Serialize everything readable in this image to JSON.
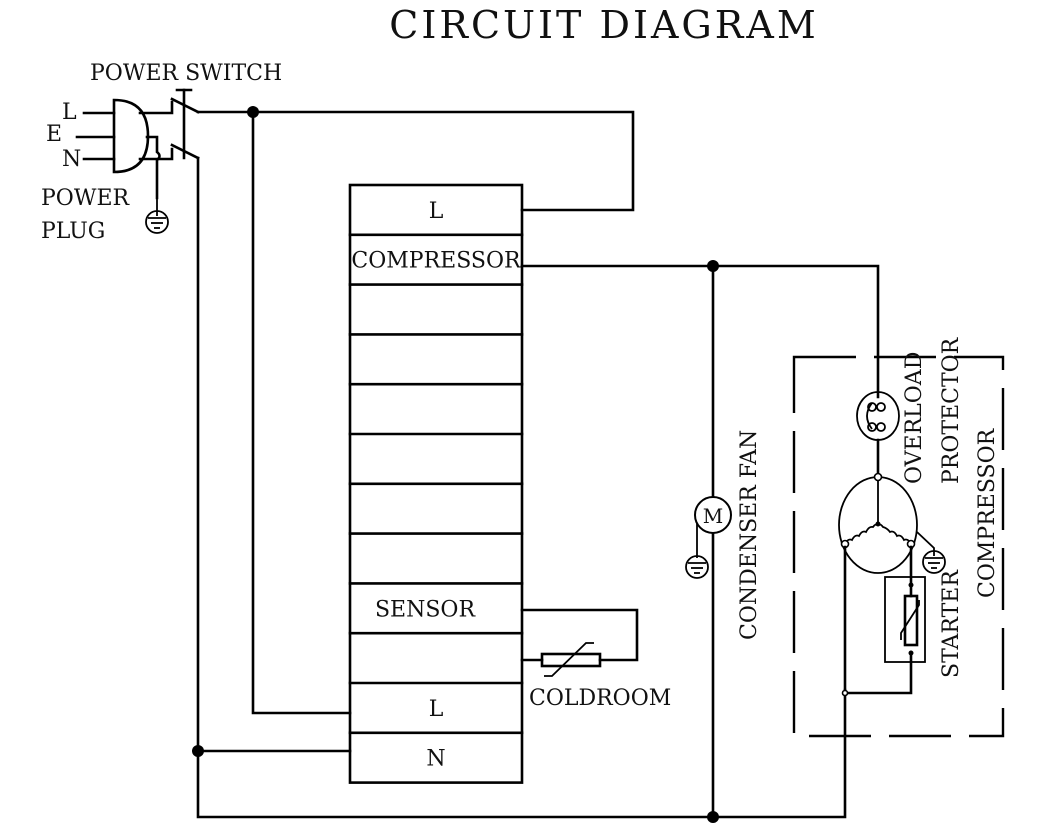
{
  "title": "CIRCUIT DIAGRAM",
  "power": {
    "switch_label": "POWER SWITCH",
    "plug_label_line1": "POWER",
    "plug_label_line2": "PLUG",
    "pins": [
      "L",
      "E",
      "N"
    ]
  },
  "controller": {
    "rows": [
      "L",
      "COMPRESSOR",
      "",
      "",
      "",
      "",
      "",
      "",
      "SENSOR",
      "",
      "L",
      "N"
    ]
  },
  "sensor": {
    "label": "COLDROOM"
  },
  "fan": {
    "label": "CONDENSER FAN",
    "motor_symbol": "M"
  },
  "compressor_unit": {
    "overload_label_line1": "OVERLOAD",
    "overload_label_line2": "PROTECTOR",
    "starter_label": "STARTER",
    "compressor_label": "COMPRESSOR"
  }
}
